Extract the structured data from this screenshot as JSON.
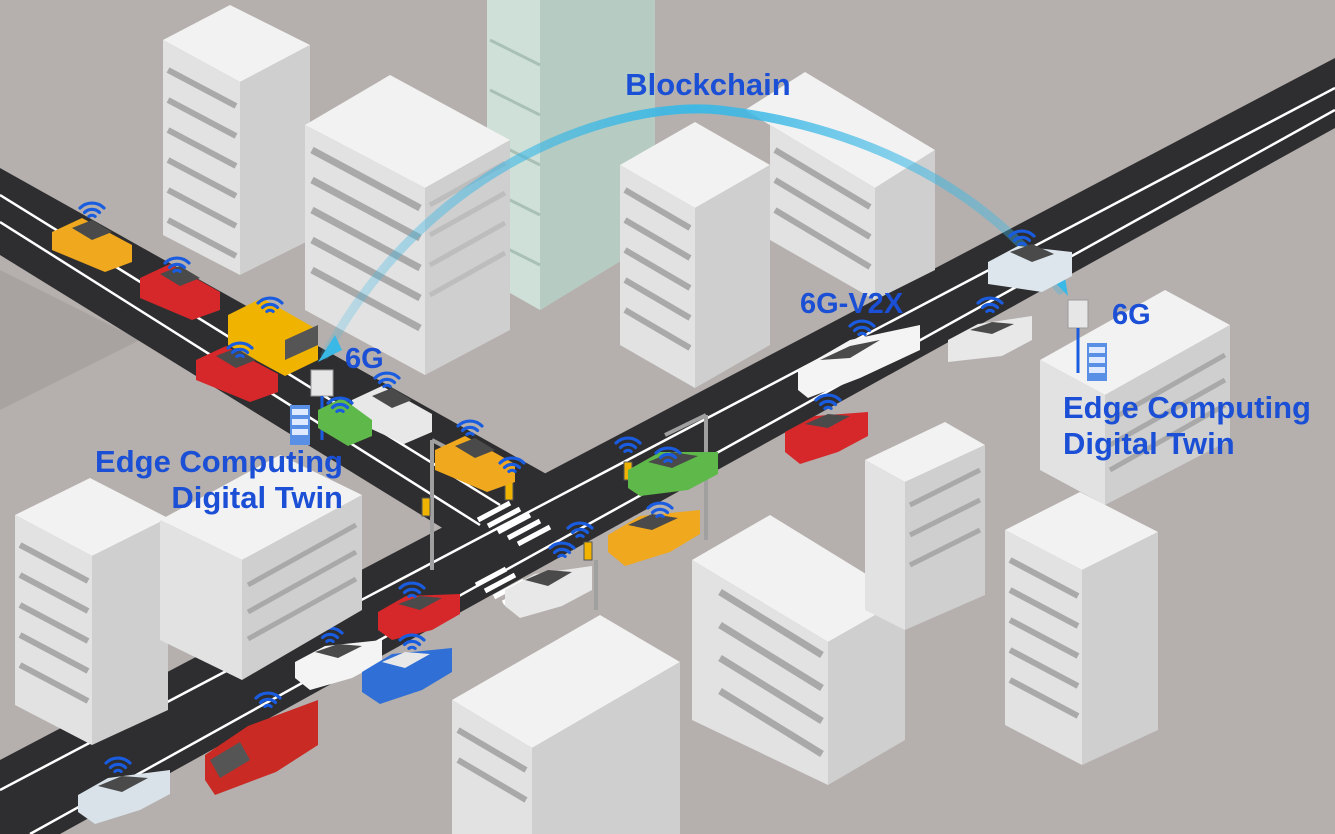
{
  "labels": {
    "blockchain": "Blockchain",
    "six_g_left": "6G",
    "six_g_right": "6G",
    "v2x": "6G-V2X",
    "edge_left_line1": "Edge Computing",
    "edge_left_line2": "Digital Twin",
    "edge_right_line1": "Edge Computing",
    "edge_right_line2": "Digital Twin"
  },
  "colors": {
    "background": "#b5b0ad",
    "road": "#2e2e30",
    "lane_mark": "#ffffff",
    "label_text": "#1a4fd6",
    "arc": "#3ab8e6",
    "wifi": "#1a5ce0",
    "building_top": "#f2f2f2",
    "building_left": "#e2e2e2",
    "building_right": "#cfcfcf",
    "window": "#a9a9a9",
    "glass_tower": "#cfe0d8"
  },
  "icons": [
    "wifi-signal-icon",
    "cell-tower-icon",
    "edge-server-icon",
    "car-icon",
    "van-icon",
    "traffic-light-icon",
    "streetlight-icon"
  ]
}
